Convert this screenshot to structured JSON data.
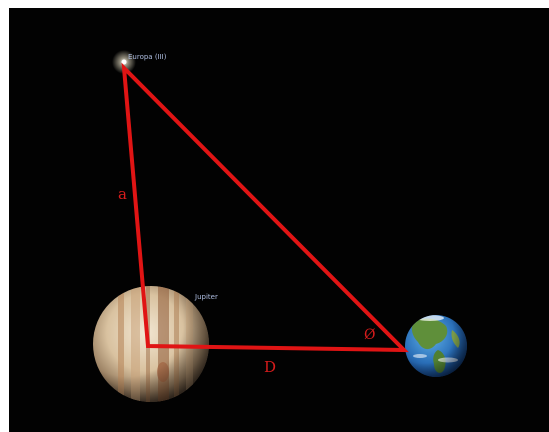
{
  "bodies": {
    "moon": {
      "label": "Europa (III)",
      "icon": "bright-star-icon"
    },
    "planet": {
      "label": "Jupiter",
      "icon": "jupiter-icon"
    },
    "observer": {
      "icon": "earth-icon"
    }
  },
  "labels": {
    "side_a": "a",
    "side_d": "D",
    "angle": "Ø"
  },
  "colors": {
    "background": "#020202",
    "triangle": "#e01414",
    "label_red": "#d81c1c",
    "planet_label": "#aebde0"
  }
}
